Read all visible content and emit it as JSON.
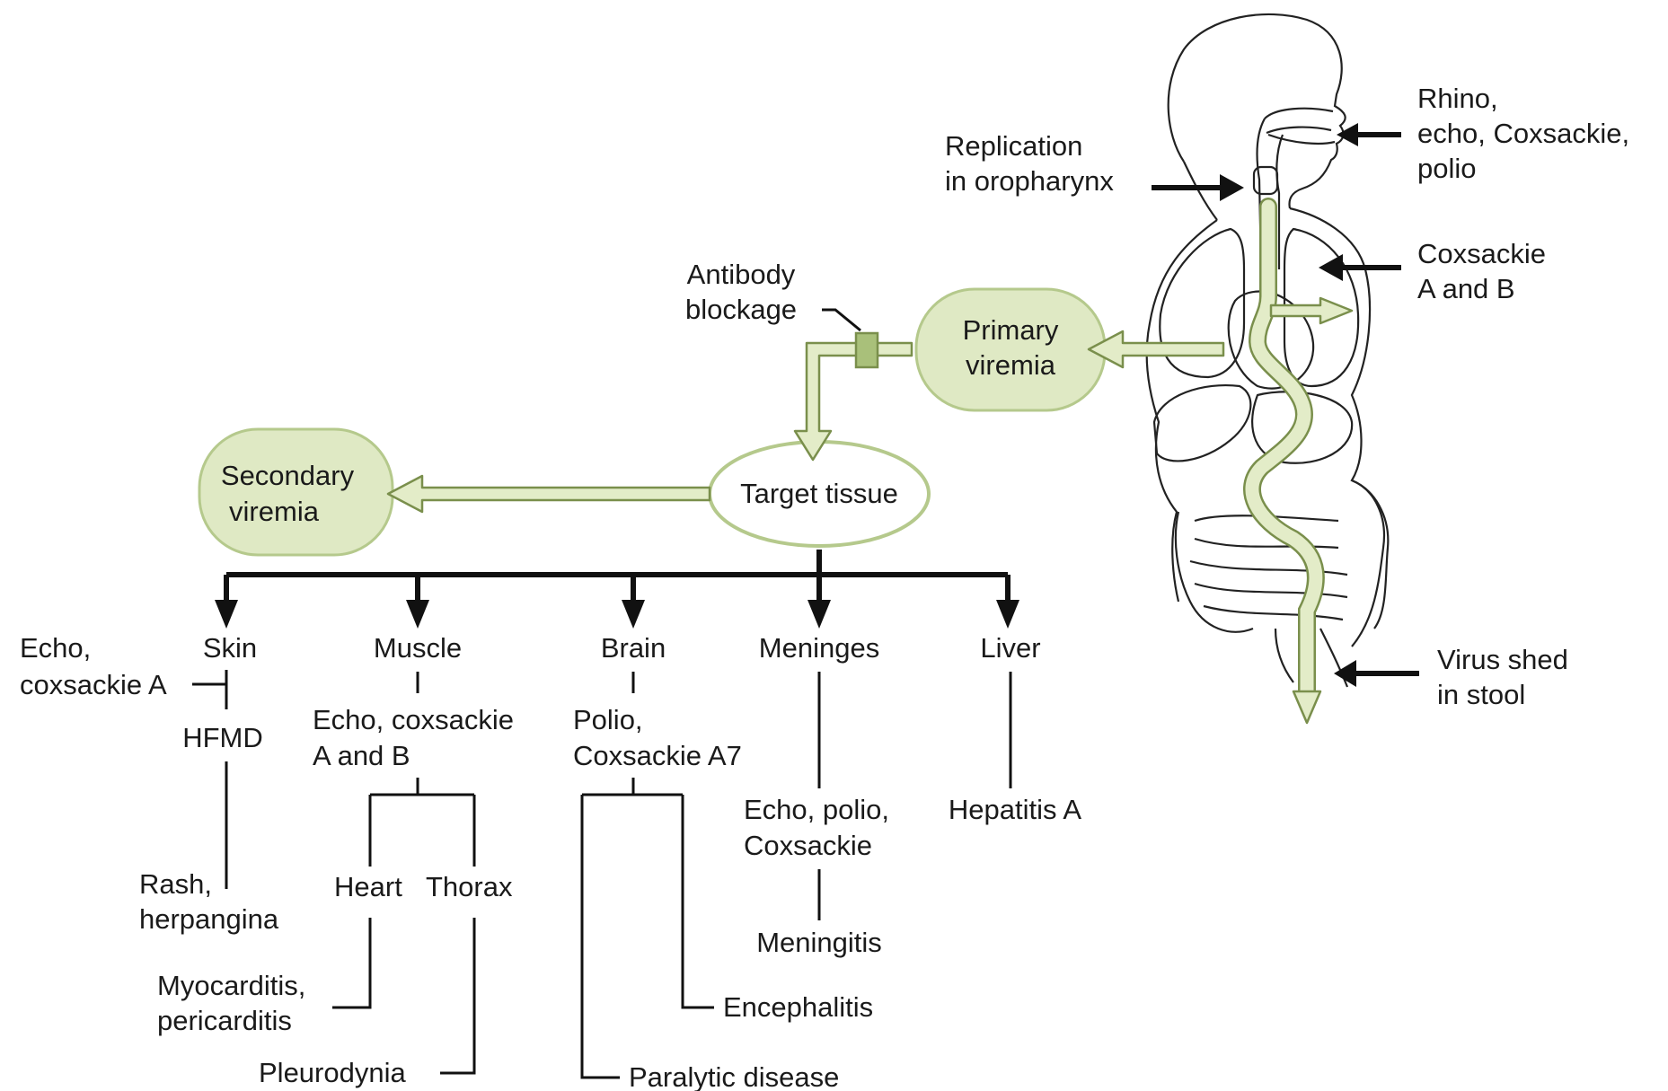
{
  "colors": {
    "node_fill": "#dfe9c4",
    "node_stroke": "#b5c98c",
    "arrow_fill": "#e3ecc8",
    "arrow_stroke": "#7a8f4c",
    "blockage_fill": "#a9c07a",
    "line": "#111111"
  },
  "body": {
    "labels": {
      "entry_line1": "Rhino,",
      "entry_line2": "echo, Coxsackie,",
      "entry_line3": "polio",
      "replication_line1": "Replication",
      "replication_line2": "in oropharynx",
      "lungs_line1": "Coxsackie",
      "lungs_line2": "A and B",
      "stool_line1": "Virus shed",
      "stool_line2": "in stool"
    }
  },
  "nodes": {
    "primary_line1": "Primary",
    "primary_line2": "viremia",
    "secondary_line1": "Secondary",
    "secondary_line2": "viremia",
    "target": "Target tissue",
    "antibody_line1": "Antibody",
    "antibody_line2": "blockage"
  },
  "tissues": {
    "skin": {
      "label": "Skin",
      "virus_line1": "Echo,",
      "virus_line2": "coxsackie A",
      "disease1": "HFMD",
      "disease2_line1": "Rash,",
      "disease2_line2": "herpangina"
    },
    "muscle": {
      "label": "Muscle",
      "virus_line1": "Echo, coxsackie",
      "virus_line2": "A and B",
      "heart": "Heart",
      "thorax": "Thorax",
      "heart_disease_line1": "Myocarditis,",
      "heart_disease_line2": "pericarditis",
      "thorax_disease": "Pleurodynia"
    },
    "brain": {
      "label": "Brain",
      "virus_line1": "Polio,",
      "virus_line2": "Coxsackie A7",
      "disease1": "Encephalitis",
      "disease2": "Paralytic disease"
    },
    "meninges": {
      "label": "Meninges",
      "virus_line1": "Echo, polio,",
      "virus_line2": "Coxsackie",
      "disease": "Meningitis"
    },
    "liver": {
      "label": "Liver",
      "virus": "Hepatitis A"
    }
  }
}
